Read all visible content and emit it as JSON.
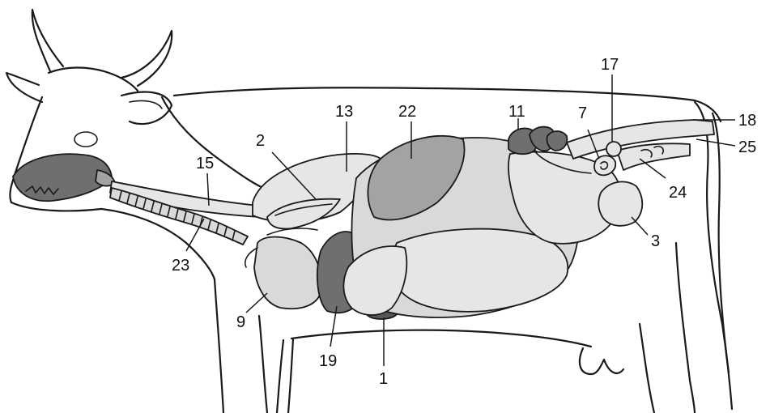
{
  "colors": {
    "light": "#d9d9d9",
    "lighter": "#e6e6e6",
    "mid": "#a3a3a3",
    "dark": "#6f6f6f",
    "darker": "#575757"
  },
  "labels": [
    {
      "id": "1",
      "text": "1"
    },
    {
      "id": "2",
      "text": "2"
    },
    {
      "id": "3",
      "text": "3"
    },
    {
      "id": "7",
      "text": "7"
    },
    {
      "id": "9",
      "text": "9"
    },
    {
      "id": "11",
      "text": "11"
    },
    {
      "id": "13",
      "text": "13"
    },
    {
      "id": "15",
      "text": "15"
    },
    {
      "id": "17",
      "text": "17"
    },
    {
      "id": "18",
      "text": "18"
    },
    {
      "id": "19",
      "text": "19"
    },
    {
      "id": "22",
      "text": "22"
    },
    {
      "id": "23",
      "text": "23"
    },
    {
      "id": "24",
      "text": "24"
    },
    {
      "id": "25",
      "text": "25"
    }
  ]
}
